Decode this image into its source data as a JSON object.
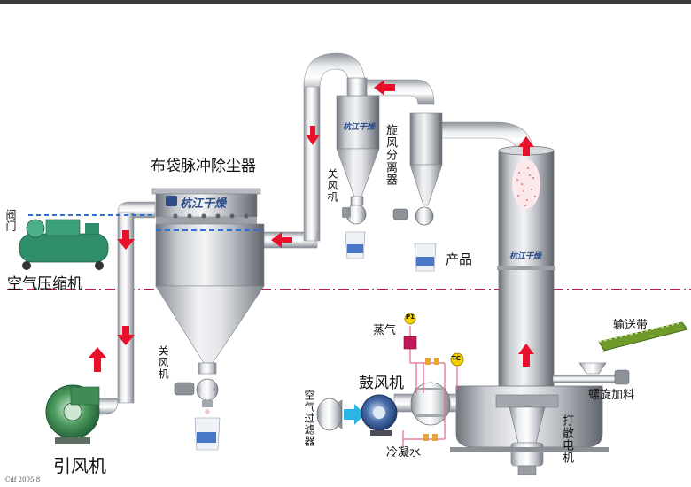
{
  "labels": {
    "baghouse": "布袋脉冲除尘器",
    "valve": "阀门",
    "compressor": "空气压缩机",
    "rotary_valve_top": "关风机",
    "cyclone": "旋风分离器",
    "product": "产品",
    "rotary_valve_bottom": "关风机",
    "induced_fan": "引风机",
    "steam": "蒸气",
    "blower": "鼓风机",
    "air_filter": "空气过滤器",
    "condensate": "冷凝水",
    "conveyor": "输送带",
    "screw_feeder": "螺旋加料",
    "disperser_motor": "打散电机",
    "gauge_p1": "P1",
    "gauge_tc": "TC"
  },
  "brand_text": "杭江干燥",
  "credit": "Cdf 2005.8",
  "colors": {
    "pipe": "#c9ccd1",
    "arrow_red": "#e8102a",
    "divider": "#c2185b",
    "steam_line": "#e46a8e",
    "air_line": "#2f6fd6",
    "conveyor_green": "#6f9a2a",
    "compressor_green": "#2f8d6a",
    "fan_green": "#3f8d54",
    "blower_blue": "#2a4f8f"
  },
  "icons": [
    "baghouse",
    "cyclone",
    "rotary-valve",
    "product-bag",
    "air-compressor",
    "induced-fan",
    "blower",
    "air-filter",
    "heater",
    "dryer-tower",
    "conveyor-belt",
    "screw-feeder",
    "disperser-motor",
    "pressure-gauge",
    "temperature-gauge"
  ]
}
